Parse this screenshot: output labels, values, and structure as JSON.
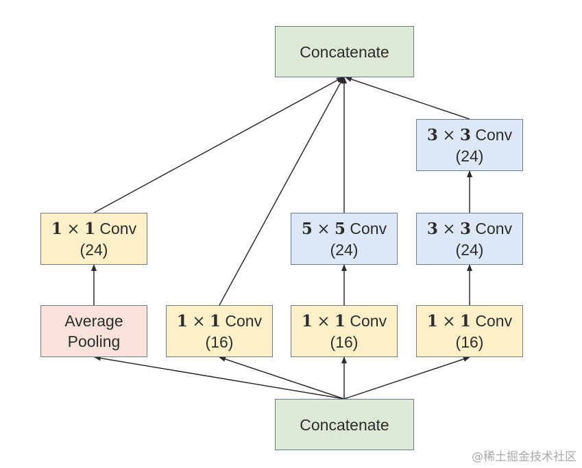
{
  "nodes": {
    "concat_top": {
      "line1": "Concatenate"
    },
    "concat_bottom": {
      "line1": "Concatenate"
    },
    "pool_conv": {
      "k1": "1",
      "x": "×",
      "k2": "1",
      "op": " Conv",
      "line2": "(24)"
    },
    "pool": {
      "line1": "Average",
      "line2": "Pooling"
    },
    "conv1x1_a": {
      "k1": "1",
      "x": "×",
      "k2": "1",
      "op": " Conv",
      "line2": "(16)"
    },
    "conv1x1_b": {
      "k1": "1",
      "x": "×",
      "k2": "1",
      "op": " Conv",
      "line2": "(16)"
    },
    "conv5x5": {
      "k1": "5",
      "x": "×",
      "k2": "5",
      "op": " Conv",
      "line2": "(24)"
    },
    "conv1x1_c": {
      "k1": "1",
      "x": "×",
      "k2": "1",
      "op": " Conv",
      "line2": "(16)"
    },
    "conv3x3_a": {
      "k1": "3",
      "x": "×",
      "k2": "3",
      "op": " Conv",
      "line2": "(24)"
    },
    "conv3x3_b": {
      "k1": "3",
      "x": "×",
      "k2": "3",
      "op": " Conv",
      "line2": "(24)"
    }
  },
  "colors": {
    "green": "#dde9d6",
    "yellow": "#fdf0c9",
    "blue": "#dce8f6",
    "pink": "#f9e2da",
    "border": "#6c7a8a",
    "arrow": "#2b2b2b"
  },
  "watermark": "@稀土掘金技术社区"
}
